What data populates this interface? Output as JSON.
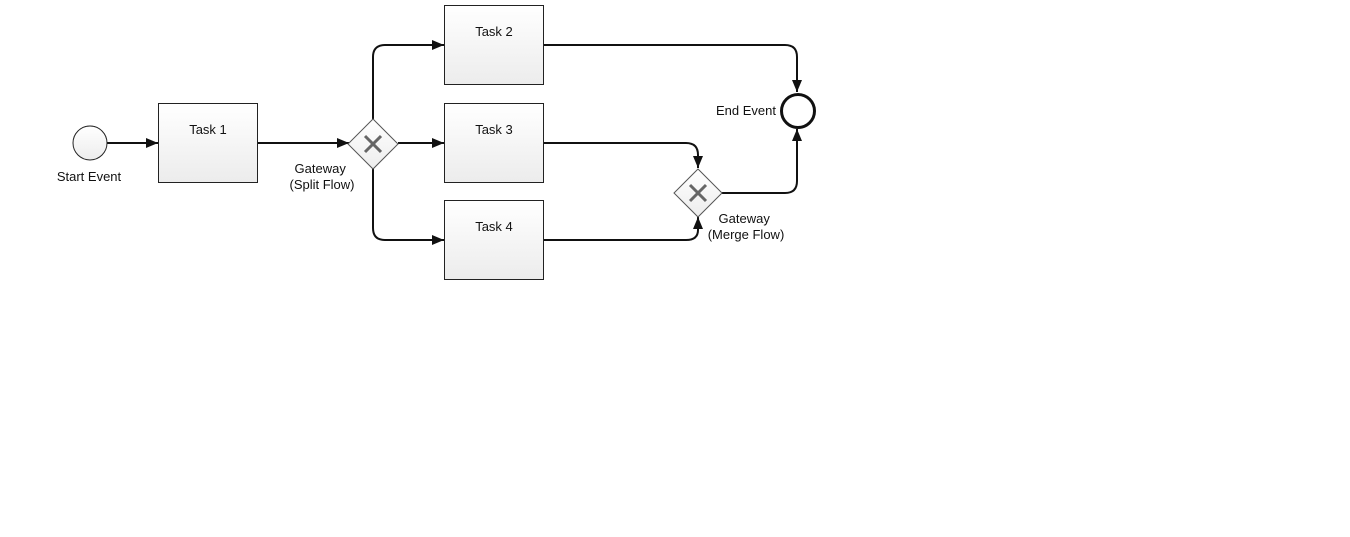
{
  "diagram": {
    "start_event": {
      "label": "Start Event"
    },
    "tasks": [
      {
        "label": "Task 1"
      },
      {
        "label": "Task 2"
      },
      {
        "label": "Task 3"
      },
      {
        "label": "Task 4"
      }
    ],
    "split_gateway": {
      "label_line1": "Gateway",
      "label_line2": "(Split Flow)"
    },
    "merge_gateway": {
      "label_line1": "Gateway",
      "label_line2": "(Merge Flow)"
    },
    "end_event": {
      "label": "End Event"
    }
  }
}
